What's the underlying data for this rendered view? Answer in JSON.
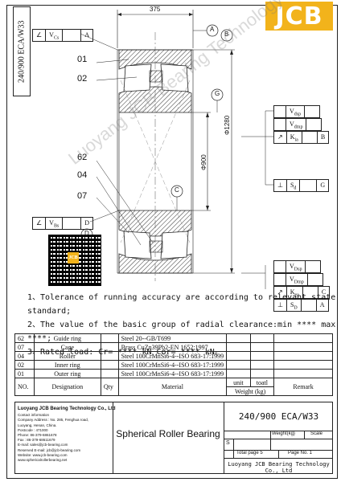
{
  "drawing_code": "240/900 ECA/W33",
  "logo": "JCB",
  "dimensions": {
    "width": "375",
    "outer_diameter": "Φ1280",
    "inner_diameter": "Φ900"
  },
  "datums": {
    "a": "A",
    "b": "B",
    "g": "G",
    "c": "C",
    "d": "D"
  },
  "frames": {
    "vcs": {
      "sym": "∠",
      "val": "V",
      "sub": "Cs",
      "ref": "A"
    },
    "vbs": {
      "sym": "∠",
      "val": "V",
      "sub": "Bs",
      "ref": "D"
    },
    "vdsp": {
      "val": "V",
      "sub": "dsp"
    },
    "vdmp": {
      "val": "V",
      "sub": "dmp"
    },
    "kia": {
      "sym": "↗",
      "val": "K",
      "sub": "ia",
      "ref": "B"
    },
    "sd": {
      "sym": "⊥",
      "val": "S",
      "sub": "d",
      "ref": "G"
    },
    "vdsp2": {
      "val": "V",
      "sub": "Dsp"
    },
    "vdmp2": {
      "val": "V",
      "sub": "Dmp"
    },
    "kea": {
      "sym": "↗",
      "val": "K",
      "sub": "ea",
      "ref": "C"
    },
    "sd2": {
      "sym": "⊥",
      "val": "S",
      "sub": "D",
      "ref": "A"
    }
  },
  "callouts": [
    "01",
    "02",
    "62",
    "04",
    "07"
  ],
  "notes": [
    "1、Tolerance of running accuracy are according to relevant state standard;",
    "2、The value of the basic group of radial clearance:min **** max ****;",
    "3、Rated load: Cr= **** kN Cor= **** kN。"
  ],
  "parts": [
    {
      "no": "62",
      "name": "Guide ring",
      "qty": "",
      "material": "Steel 20--GB/T699"
    },
    {
      "no": "07",
      "name": "Cage",
      "qty": "",
      "material": "Brass CuZn39Pb2-EN 1652:1997"
    },
    {
      "no": "04",
      "name": "Roller",
      "qty": "",
      "material": "Steel 100CrMnSi6-4--ISO 683-17:1999"
    },
    {
      "no": "02",
      "name": "Inner ring",
      "qty": "",
      "material": "Steel 100CrMnSi6-4--ISO 683-17:1999"
    },
    {
      "no": "01",
      "name": "Outer ring",
      "qty": "",
      "material": "Steel 100CrMnSi6-4--ISO 683-17:1999"
    }
  ],
  "parts_header": {
    "no": "NO.",
    "designation": "Designation",
    "qty": "Qty",
    "material": "Material",
    "unit": "unit",
    "total": "toatl",
    "weight": "Weight (kg)",
    "remark": "Remark"
  },
  "company": {
    "name": "Luoyang JCB Bearing Technology Co., Ltd",
    "lines": [
      "Contact information",
      "Company Address : No. 285, Fenghua road,",
      "Luoyang, Henan, China.",
      "Postcode : 471000",
      "Phone: 86-379-6861678",
      "Fax : 86-379-68611679",
      "E-mail: sales@jcb-bearing.com",
      "Reserved E-mail: jcb@jcb-bearing.com",
      "Website: www.jcb-bearing.com",
      "www.sphericalrollerbearing.net"
    ]
  },
  "title": "Spherical Roller Bearing",
  "title_block": {
    "model": "240/900 ECA/W33",
    "weight_label": "Weight(kg)",
    "scale_label": "Scale",
    "s_label": "S",
    "total_pages": "Total page 5",
    "page_no": "Page No. 1",
    "company_footer": "Luoyang JCB Bearing Technology Co., Ltd"
  },
  "qr_badge": "JCB",
  "watermark": "Luoyang JCB Bearing Technology Co.,Ltd",
  "colors": {
    "logo": "#f2b31b",
    "line": "#222222"
  }
}
